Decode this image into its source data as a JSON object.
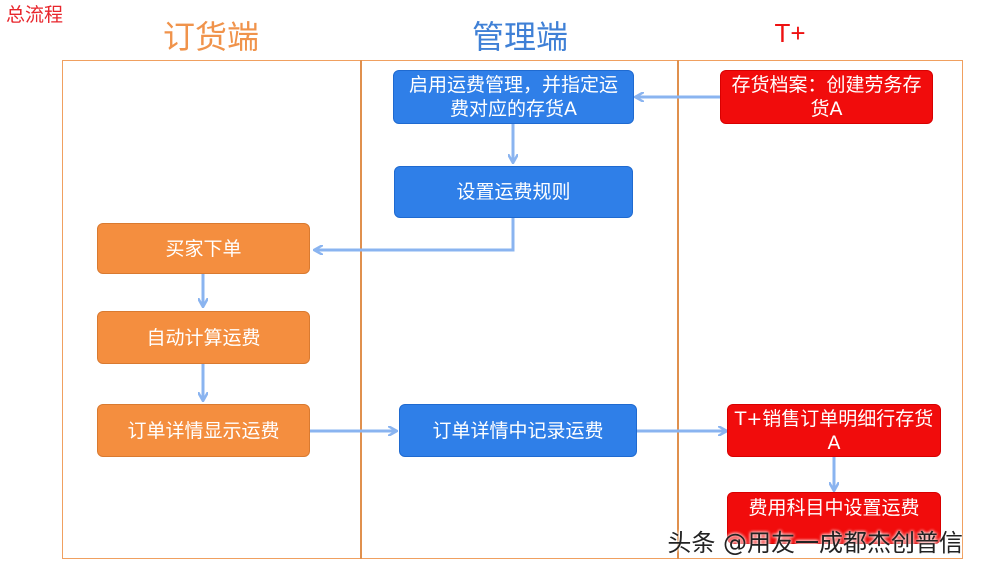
{
  "page_title": "总流程",
  "lanes": {
    "ordering": "订货端",
    "admin": "管理端",
    "tplus": "T+"
  },
  "nodes": {
    "enable_freight": "启用运费管理，并指定运费对应的存货A",
    "inventory_archive": "存货档案：创建劳务存货A",
    "freight_rules": "设置运费规则",
    "buyer_order": "买家下单",
    "auto_calc": "自动计算运费",
    "order_detail_show": "订单详情显示运费",
    "order_detail_record": "订单详情中记录运费",
    "sales_order_line": "T+销售订单明细行存货A",
    "expense_subject": "费用科目中设置运费"
  },
  "watermark": "头条 @用友一成都杰创普信",
  "colors": {
    "ordering": "#f48e3f",
    "admin": "#2f7fe8",
    "tplus": "#f10c0c",
    "arrow": "#8ab4f0"
  }
}
